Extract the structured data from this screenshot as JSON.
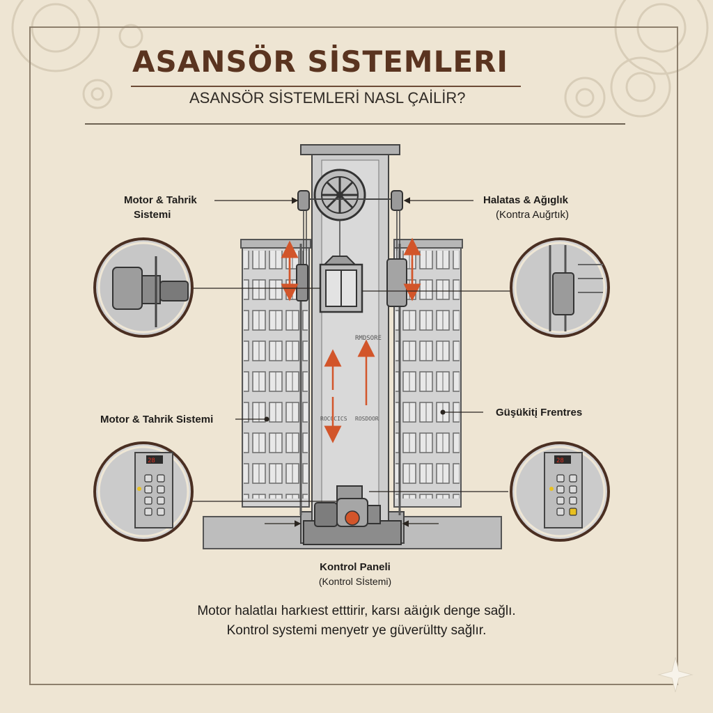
{
  "header": {
    "title": "ASANSÖR SİSTEMLERI",
    "subtitle": "ASANSÖR SİSTEMLERİ NASL ÇAİLİR?"
  },
  "callouts": {
    "motor_top": {
      "line1": "Motor & Tahrik",
      "line2": "Sistemi"
    },
    "rope_counterweight": {
      "line1": "Halatas & Ağıglık",
      "line2": "(Kontra Auğrtık)"
    },
    "motor_mid": {
      "label": "Motor & Tahrik Sistemi"
    },
    "safety": {
      "label": "Güşükitį Frentres"
    },
    "control_panel": {
      "line1": "Kontrol Paneli",
      "line2": "(Kontrol Sİstemi)"
    }
  },
  "shaft_texts": {
    "upper": "RMDSORE",
    "lower_left": "ROCOCICS",
    "lower_right": "ROSDOOR"
  },
  "panel_display": {
    "left": "28",
    "right": "28"
  },
  "caption": {
    "line1": "Motor halatlaı harkıest etttirir, karsı aäıġık denge sağlı.",
    "line2": "Kontrol systemi menyetr ye güverültty sağlır."
  },
  "colors": {
    "background": "#eee5d3",
    "title": "#5a3420",
    "arrows": "#d2552a",
    "building": "#cfcfcf",
    "circle_border": "#4a2f22"
  },
  "icons": [
    "gear-icon",
    "sparkle-icon"
  ]
}
